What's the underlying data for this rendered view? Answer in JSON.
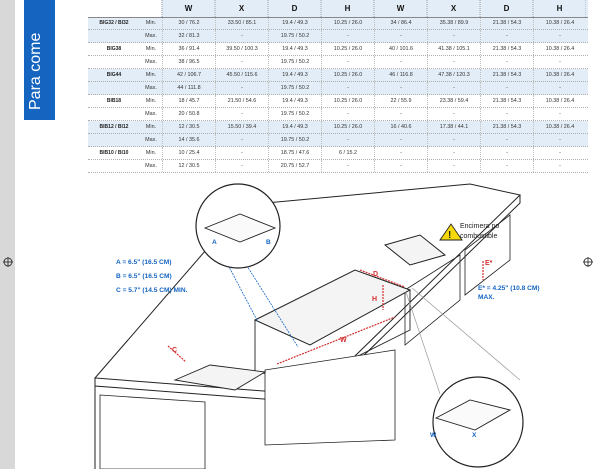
{
  "side_tab": {
    "text": "Para come"
  },
  "table": {
    "headers": [
      "W",
      "X",
      "D",
      "H",
      "W",
      "X",
      "D",
      "H"
    ],
    "models": [
      {
        "name": "BIG32 / BI32",
        "rows": [
          {
            "label": "Min.",
            "values": [
              "30 / 76.2",
              "33.50 / 85.1",
              "19.4 / 49.3",
              "10.25 / 26.0",
              "34 / 86.4",
              "35.38 / 89.9",
              "21.38 / 54.3",
              "10.38 / 26.4"
            ]
          },
          {
            "label": "Max.",
            "values": [
              "32 / 81.3",
              "-",
              "19.75 / 50.2",
              "-",
              "-",
              "-",
              "-",
              "-"
            ]
          }
        ]
      },
      {
        "name": "BIG38",
        "rows": [
          {
            "label": "Min.",
            "values": [
              "36 / 91.4",
              "39.50 / 100.3",
              "19.4 / 49.3",
              "10.25 / 26.0",
              "40 / 101.6",
              "41.38 / 105.1",
              "21.38 / 54.3",
              "10.38 / 26.4"
            ]
          },
          {
            "label": "Max.",
            "values": [
              "38 / 96.5",
              "-",
              "19.75 / 50.2",
              "-",
              "-",
              "-",
              "-",
              "-"
            ]
          }
        ]
      },
      {
        "name": "BIG44",
        "rows": [
          {
            "label": "Min.",
            "values": [
              "42 / 106.7",
              "45.50 / 115.6",
              "19.4 / 49.3",
              "10.25 / 26.0",
              "46 / 116.8",
              "47.38 / 120.3",
              "21.38 / 54.3",
              "10.38 / 26.4"
            ]
          },
          {
            "label": "Max.",
            "values": [
              "44 / 111.8",
              "-",
              "19.75 / 50.2",
              "-",
              "-",
              "-",
              "-",
              "-"
            ]
          }
        ]
      },
      {
        "name": "BIB18",
        "rows": [
          {
            "label": "Min.",
            "values": [
              "18 / 45.7",
              "21.50 / 54.6",
              "19.4 / 49.3",
              "10.25 / 26.0",
              "22 / 55.9",
              "23.38 / 59.4",
              "21.38 / 54.3",
              "10.38 / 26.4"
            ]
          },
          {
            "label": "Max.",
            "values": [
              "20 / 50.8",
              "-",
              "19.75 / 50.2",
              "-",
              "-",
              "-",
              "-",
              "-"
            ]
          }
        ]
      },
      {
        "name": "BIB12 / BI12",
        "rows": [
          {
            "label": "Min.",
            "values": [
              "12 / 30.5",
              "15.50 / 39.4",
              "19.4 / 49.3",
              "10.25 / 26.0",
              "16 / 40.6",
              "17.38 / 44.1",
              "21.38 / 54.3",
              "10.38 / 26.4"
            ]
          },
          {
            "label": "Max.",
            "values": [
              "14 / 35.6",
              "-",
              "19.75 / 50.2",
              "-",
              "-",
              "-",
              "-",
              "-"
            ]
          }
        ]
      },
      {
        "name": "BIB10 / BI10",
        "rows": [
          {
            "label": "Min.",
            "values": [
              "10 / 25.4",
              "-",
              "18.75 / 47.6",
              "6 / 15.2",
              "-",
              "-",
              "-",
              "-"
            ]
          },
          {
            "label": "Max.",
            "values": [
              "12 / 30.5",
              "-",
              "20.75 / 52.7",
              "-",
              "-",
              "-",
              "-",
              "-"
            ]
          }
        ]
      }
    ]
  },
  "diagram": {
    "dims": [
      "A = 6.5\" (16.5 CM)",
      "B = 6.5\" (16.5 CM)",
      "C = 5.7\" (14.5 CM) MIN."
    ],
    "warning": [
      "Encimera no",
      "combustible"
    ],
    "estar": "E*",
    "e_note": [
      "E* = 4.25\" (10.8 CM)",
      "MAX."
    ],
    "labels": {
      "A": "A",
      "B": "B",
      "C": "C",
      "D": "D",
      "H": "H",
      "W": "W",
      "W2": "W",
      "X": "X"
    }
  },
  "colors": {
    "blue": "#1565c0",
    "red": "#d32f2f",
    "band": "#e3edf7"
  }
}
